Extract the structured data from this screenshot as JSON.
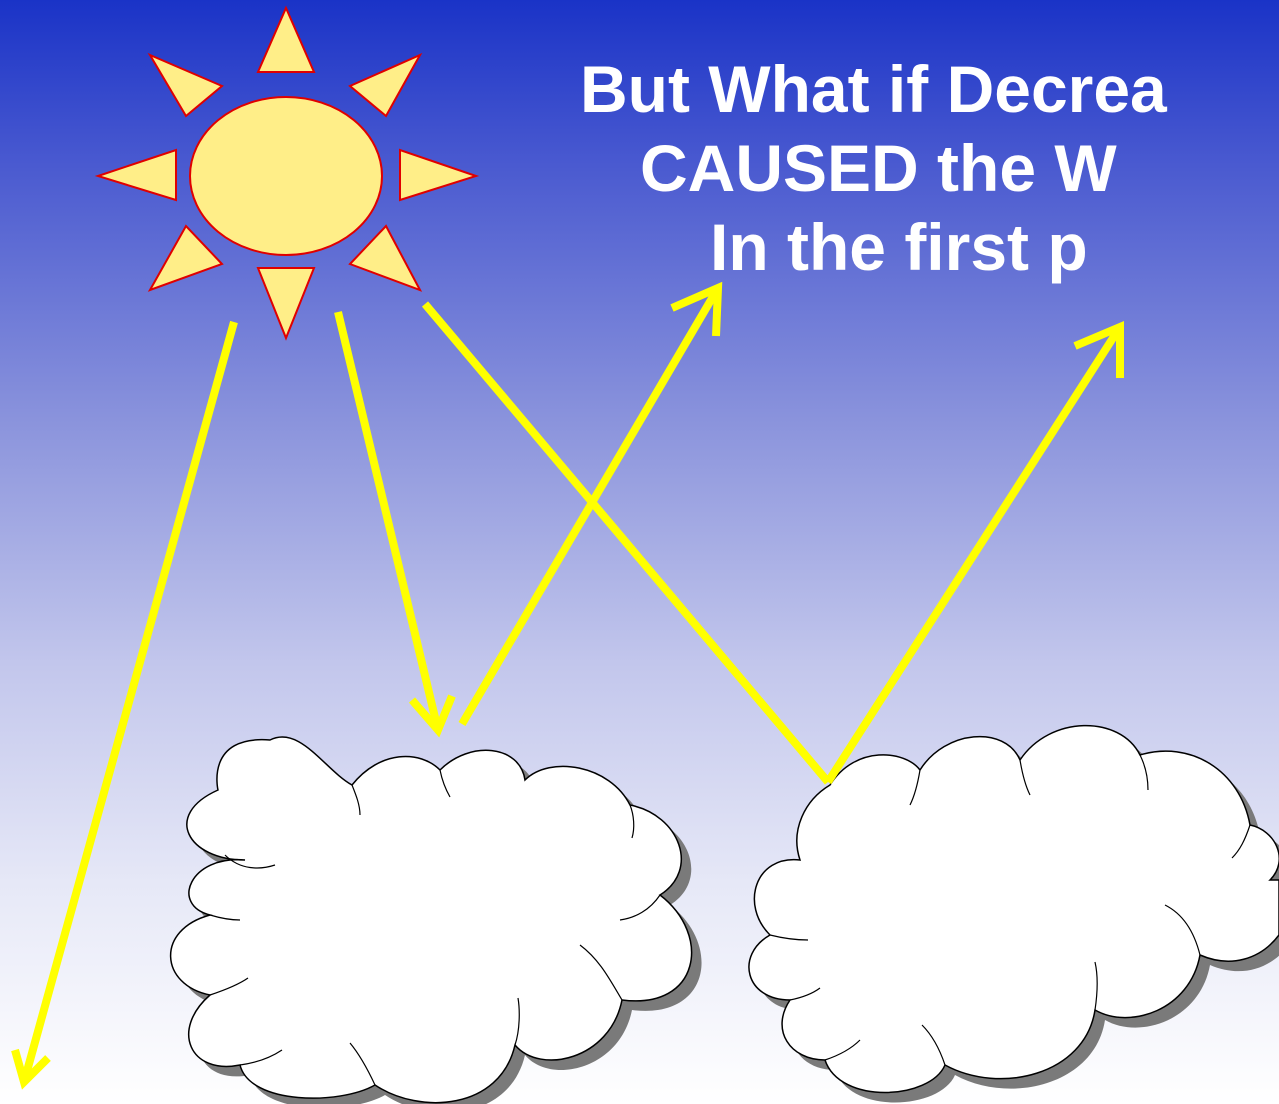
{
  "slide": {
    "title_lines": [
      "But What if Decrea",
      "CAUSED the W",
      "In the first p"
    ]
  },
  "colors": {
    "sky_top": "#1a33c7",
    "sky_bottom": "#ffffff",
    "sun_fill": "#ffee88",
    "sun_outline": "#e00000",
    "ray_arrows": "#ffff00",
    "cloud_fill": "#ffffff",
    "cloud_shadow": "#7a7a7a",
    "title_text": "#ffffff"
  },
  "icons": {
    "sun": "sun-icon",
    "clouds": [
      "cloud-icon",
      "cloud-icon"
    ]
  }
}
